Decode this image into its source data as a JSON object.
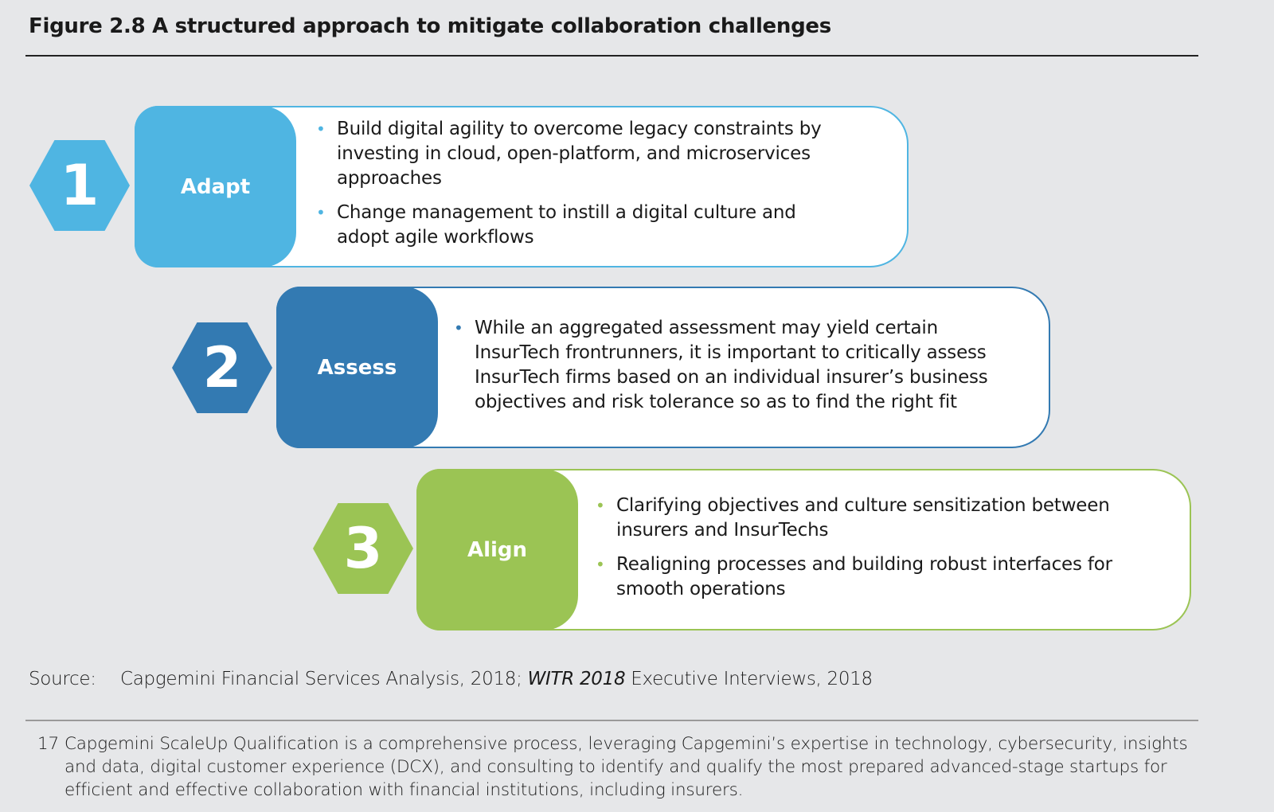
{
  "title": "Figure 2.8 A structured approach to mitigate collaboration challenges",
  "colors": {
    "adapt": "#4fb5e2",
    "assess": "#337ab2",
    "align": "#9bc454"
  },
  "steps": [
    {
      "number": "1",
      "label": "Adapt",
      "bullets": [
        "Build digital agility to overcome legacy constraints by investing in cloud, open-platform, and microservices approaches",
        "Change management to instill a digital culture and adopt agile workflows"
      ]
    },
    {
      "number": "2",
      "label": "Assess",
      "bullets": [
        "While an aggregated assessment may yield certain InsurTech frontrunners, it is important to critically assess InsurTech firms based on an individual insurer’s business objectives and risk tolerance so as to find the right fit"
      ]
    },
    {
      "number": "3",
      "label": "Align",
      "bullets": [
        "Clarifying objectives and culture sensitization between insurers and InsurTechs",
        "Realigning processes and building robust interfaces for smooth operations"
      ]
    }
  ],
  "source": {
    "label": "Source:",
    "text_pre": "Capgemini Financial Services Analysis, 2018; ",
    "text_italic": "WITR 2018",
    "text_post": " Executive Interviews, 2018"
  },
  "footnote": {
    "number": "17",
    "text": "Capgemini ScaleUp Qualification is a comprehensive process, leveraging Capgemini’s expertise in technology, cybersecurity, insights and data, digital customer experience (DCX), and consulting to identify and qualify the most prepared advanced-stage startups for efficient and effective collaboration with financial institutions, including insurers."
  },
  "bullet_glyph": "•"
}
